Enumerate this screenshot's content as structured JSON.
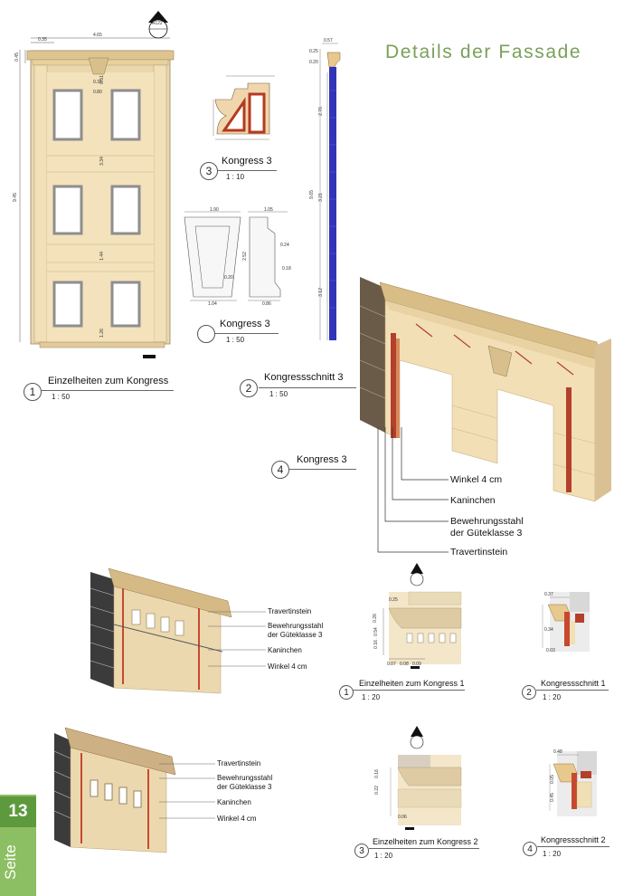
{
  "page": {
    "title": "Details der Fassade",
    "badge_number": "13",
    "badge_word": "Seite"
  },
  "captions": {
    "c1": {
      "number": "1",
      "title": "Einzelheiten zum Kongress",
      "scale": "1 : 50"
    },
    "c2": {
      "number": "2",
      "title": "Kongressschnitt 3",
      "scale": "1 : 50"
    },
    "c3a": {
      "number": "3",
      "title": "Kongress 3",
      "scale": "1 : 10"
    },
    "c3b": {
      "number": "",
      "title": "Kongress 3",
      "scale": "1 : 50"
    },
    "c4": {
      "number": "4",
      "title": "Kongress 3"
    },
    "d1": {
      "number": "1",
      "title": "Einzelheiten zum Kongress 1",
      "scale": "1 : 20"
    },
    "d2": {
      "number": "2",
      "title": "Kongressschnitt 1",
      "scale": "1 : 20"
    },
    "d3": {
      "number": "3",
      "title": "Einzelheiten zum Kongress 2",
      "scale": "1 : 20"
    },
    "d4": {
      "number": "4",
      "title": "Kongressschnitt 2",
      "scale": "1 : 20"
    }
  },
  "labels_large": [
    "Winkel 4 cm",
    "Kaninchen",
    "Bewehrungsstahl",
    "der Güteklasse 3",
    "Travertinstein"
  ],
  "labels_iso_a": [
    "Travertinstein",
    "Bewehrungsstahl",
    "der Güteklasse 3",
    "Kaninchen",
    "Winkel 4 cm"
  ],
  "labels_iso_b": [
    "Travertinstein",
    "Bewehrungsstahl",
    "der Güteklasse 3",
    "Kaninchen",
    "Winkel 4 cm"
  ],
  "dimensions": {
    "elev_width": "4.65",
    "elev_left": "0.35",
    "elev_height": "9.45",
    "elev_top": "0.45",
    "elev_win": "0.80",
    "elev_mid": "3.34",
    "elev_low": "1.44",
    "elev_base": "1.26",
    "elev_keystone": "0.34",
    "elev_side": "0.51",
    "sec_top": "0.57",
    "sec_a": "0.25",
    "sec_b": "0.20",
    "sec_c": "2.76",
    "sec_d": "3.21",
    "sec_e": "3.12",
    "sec_total": "9.65",
    "ks_top1": "1.90",
    "ks_top2": "1.05",
    "ks_h": "2.52",
    "ks_w": "0.20",
    "ks_bot1": "1.04",
    "ks_bot2": "0.86",
    "ks_r1": "0.24",
    "ks_r2": "0.18",
    "d1_a": "0.25",
    "d1_b": "0.26",
    "d1_c": "0.16 . 0.54",
    "d1_d": "0.07",
    "d1_e": "0.08",
    "d1_f": "0.09",
    "d2_a": "0.37",
    "d2_b": "0.34",
    "d2_c": "0.03",
    "d3_a": "0.16",
    "d3_b": "0.22",
    "d3_c": "0.06",
    "d4_a": "0.48",
    "d4_b": "0.05",
    "d4_c": "0.45"
  },
  "north_symbol": "A122",
  "colors": {
    "title_green": "#7aa05a",
    "badge_green": "#8cbf63",
    "badge_dark": "#5d9a3d",
    "stone": "#f1dfb6",
    "stone_dark": "#d9c193",
    "steel_red": "#b3402a",
    "section_blue": "#3133b8"
  }
}
